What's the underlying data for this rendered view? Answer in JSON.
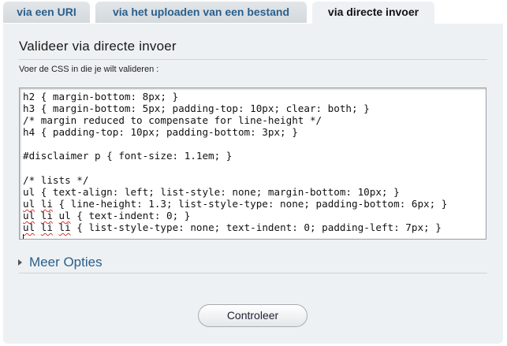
{
  "tabs": [
    {
      "label": "via een URI",
      "active": false
    },
    {
      "label": "via het uploaden van een bestand",
      "active": false
    },
    {
      "label": "via directe invoer",
      "active": true
    }
  ],
  "panel": {
    "title": "Valideer via directe invoer",
    "hint": "Voer de CSS in die je wilt valideren :",
    "css_lines": [
      "h2 { margin-bottom: 8px; }",
      "h3 { margin-bottom: 5px; padding-top: 10px; clear: both; }",
      "/* margin reduced to compensate for line-height */",
      "h4 { padding-top: 10px; padding-bottom: 3px; }",
      "",
      "#disclaimer p { font-size: 1.1em; }",
      "",
      "/* lists */",
      "ul { text-align: left; list-style: none; margin-bottom: 10px; }",
      "ul li { line-height: 1.3; list-style-type: none; padding-bottom: 6px; }",
      "ul li ul { text-indent: 0; }",
      "ul li li { list-style-type: none; text-indent: 0; padding-left: 7px; }"
    ],
    "more_options": "Meer Opties",
    "submit": "Controleer"
  },
  "colors": {
    "tab_text": "#2a5f8c",
    "panel_bg": "#eef1f3",
    "link": "#2a5f8c",
    "spellcheck": "#dd3333"
  }
}
